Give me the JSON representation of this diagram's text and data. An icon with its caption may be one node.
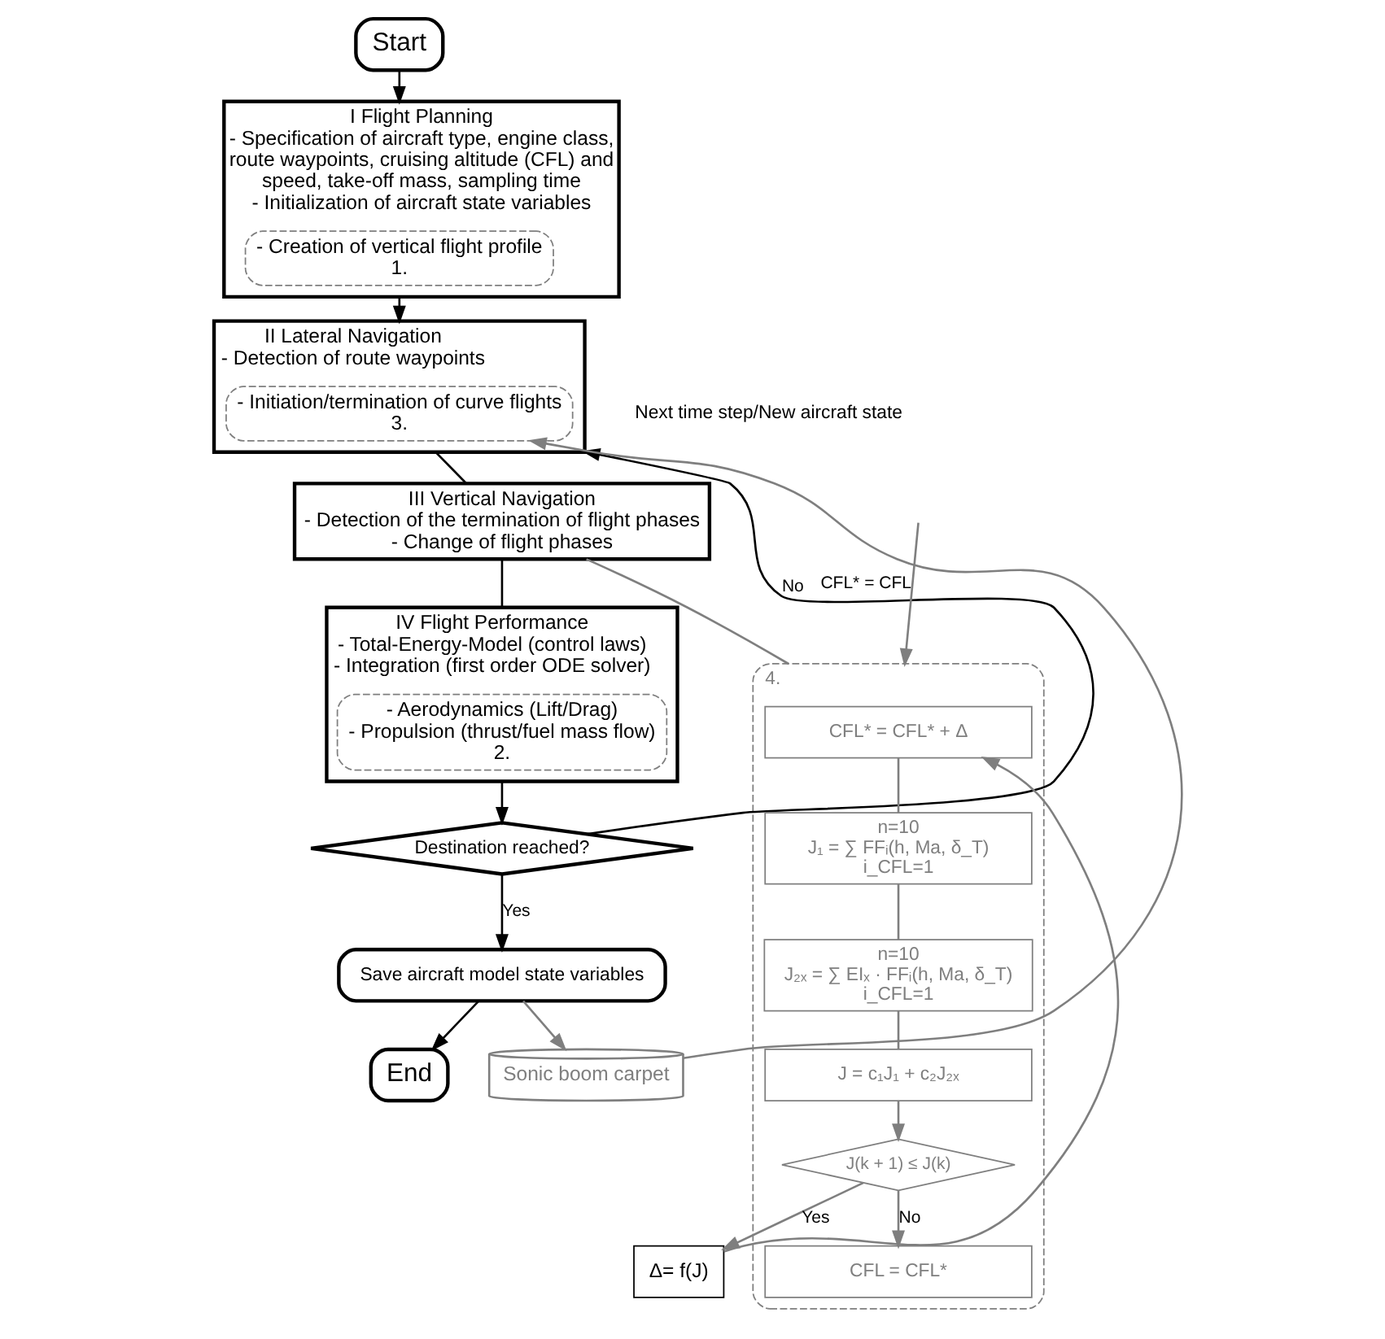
{
  "diagram": {
    "nodes": [
      {
        "text": [
          "Start"
        ]
      },
      {
        "text": [
          "I Flight Planning",
          "- Specification of aircraft type, engine class, route waypoints, cruising altitude (CFL) and speed, take-off mass, sampling time",
          "- Initialization of aircraft state variables"
        ]
      },
      {
        "text": [
          "- Creation of vertical flight profile",
          "1."
        ],
        "in": 1
      },
      {
        "text": [
          "II Lateral Navigation",
          "- Detection of route waypoints"
        ]
      },
      {
        "text": [
          "- Initiation/termination of curve flights",
          "3."
        ],
        "in": 3
      },
      {
        "text": [
          "III Vertical Navigation",
          "- Detection of the termination of flight phases",
          "- Change of flight phases"
        ]
      },
      {
        "text": [
          "IV Flight Performance",
          "- Total-Energy-Model (control laws)",
          "- Integration (first order ODE solver)"
        ]
      },
      {
        "text": [
          "- Aerodynamics (Lift/Drag)",
          "- Propulsion (thrust/fuel mass flow)",
          "2."
        ],
        "in": 6
      },
      {
        "text": [
          "Destination reached?"
        ]
      },
      {
        "text": [
          "Save aircraft model state variables"
        ]
      },
      {
        "text": [
          "End"
        ]
      },
      {
        "text": [
          "Sonic boom carpet"
        ]
      },
      {
        "text": [
          "4."
        ]
      },
      {
        "text": [
          "CFL* = CFL* + Δ"
        ],
        "in": 12
      },
      {
        "text": [
          "n=10",
          "J₁ = ∑ FFᵢ(h, Ma, δ_T)",
          "i_CFL=1"
        ],
        "in": 12
      },
      {
        "text": [
          "n=10",
          "J₂ₓ = ∑ EIₓ · FFᵢ(h, Ma, δ_T)",
          "i_CFL=1"
        ],
        "in": 12
      },
      {
        "text": [
          "J = c₁J₁ + c₂J₂ₓ"
        ],
        "in": 12
      },
      {
        "text": [
          "J(k + 1) ≤ J(k)"
        ],
        "in": 12
      },
      {
        "text": [
          "Δ= f(J)"
        ]
      },
      {
        "text": [
          "CFL = CFL*"
        ],
        "in": 12
      }
    ],
    "edges": [
      {
        "from": 0,
        "to": 1,
        "arrow": "to",
        "color": "#000000"
      },
      {
        "from": 1,
        "to": 3,
        "arrow": "to",
        "color": "#000000"
      },
      {
        "from": 3,
        "to": 5,
        "arrow": "none",
        "color": "#000000"
      },
      {
        "from": 5,
        "to": 6,
        "arrow": "none",
        "color": "#000000"
      },
      {
        "from": 6,
        "to": 8,
        "arrow": "to",
        "color": "#000000"
      },
      {
        "from": 8,
        "to": 3,
        "label": "No",
        "arrow": "to",
        "color": "#000000"
      },
      {
        "from": 8,
        "to": 9,
        "label": "Yes",
        "arrow": "to",
        "color": "#000000"
      },
      {
        "from": 9,
        "to": 10,
        "arrow": "to",
        "color": "#000000"
      },
      {
        "from": 9,
        "to": 11,
        "arrow": "to"
      },
      {
        "from": 11,
        "to": 4,
        "arrow": "to"
      },
      {
        "from": 5,
        "to": 12,
        "arrow": "none"
      },
      {
        "from": null,
        "to": 12,
        "label": "CFL* = CFL",
        "arrow": "to"
      },
      {
        "from": 13,
        "to": 14,
        "arrow": "none"
      },
      {
        "from": 14,
        "to": 15,
        "arrow": "none"
      },
      {
        "from": 15,
        "to": 16,
        "arrow": "none"
      },
      {
        "from": 16,
        "to": 17,
        "arrow": "to"
      },
      {
        "from": 17,
        "to": 18,
        "label": "Yes",
        "arrow": "to"
      },
      {
        "from": 18,
        "to": 13,
        "arrow": "to"
      },
      {
        "from": 17,
        "to": 19,
        "label": "No",
        "arrow": "to"
      }
    ],
    "labels": [
      "Next time step/New aircraft state"
    ]
  }
}
